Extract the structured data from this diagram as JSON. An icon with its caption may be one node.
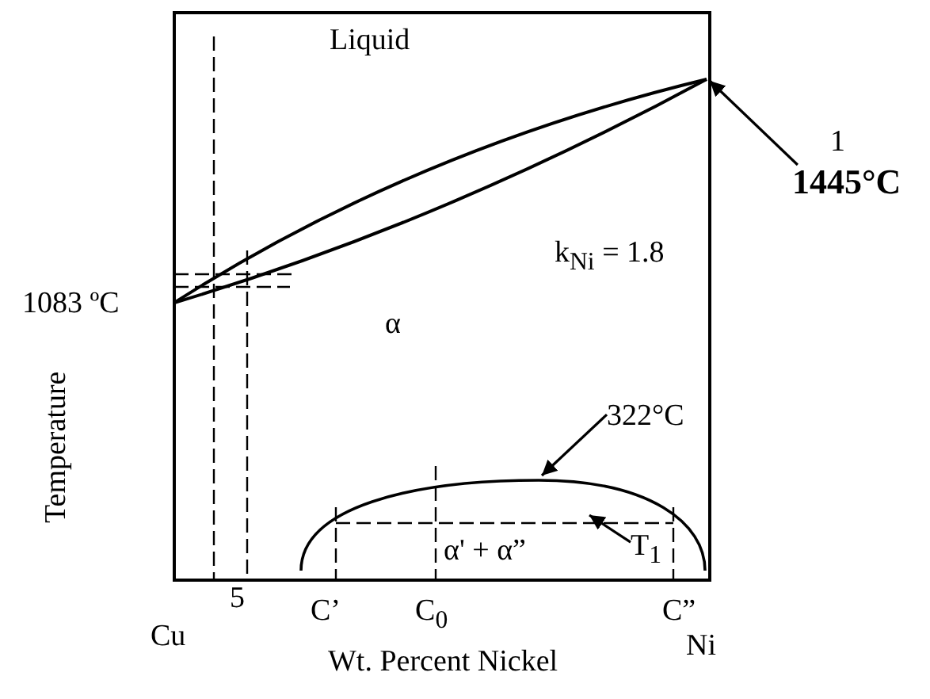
{
  "diagram": {
    "nodes": [
      {
        "text": [
          "1445°C"
        ]
      },
      {
        "text": [
          "322°C"
        ]
      },
      {
        "text": [
          "T$_{1}$"
        ]
      }
    ],
    "edges": [
      {
        "from": 0,
        "to": null,
        "arrow": "to"
      },
      {
        "from": 1,
        "to": null,
        "arrow": "to"
      },
      {
        "from": 2,
        "to": null,
        "arrow": "to"
      }
    ],
    "labels": [
      "Liquid",
      "1",
      "k$_{Ni}$ = 1.8",
      "1083 ºC",
      "α",
      "Temperature",
      "α' + α”",
      "5",
      "C’",
      "C$_{0}$",
      "C”",
      "Cu",
      "Ni",
      "Wt. Percent Nickel"
    ]
  }
}
